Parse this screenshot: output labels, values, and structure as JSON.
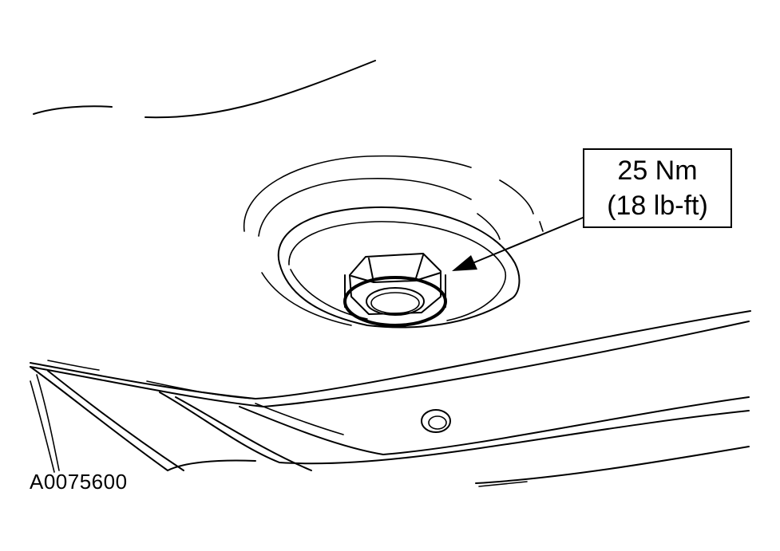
{
  "callout": {
    "torque_nm": "25 Nm",
    "torque_lbft": "(18 lb-ft)"
  },
  "figure_id": "A0075600"
}
